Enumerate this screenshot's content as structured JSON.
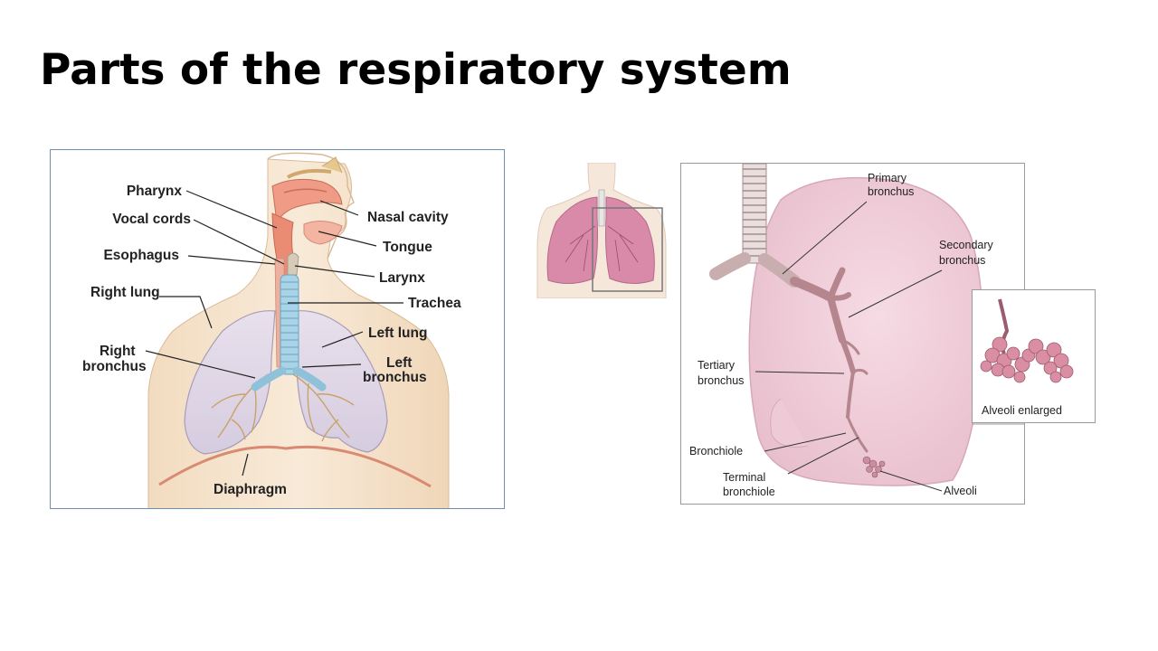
{
  "slide": {
    "title": "Parts of the respiratory system"
  },
  "left_diagram": {
    "labels": {
      "pharynx": "Pharynx",
      "vocal_cords": "Vocal cords",
      "esophagus": "Esophagus",
      "right_lung": "Right lung",
      "right_bronchus_1": "Right",
      "right_bronchus_2": "bronchus",
      "nasal_cavity": "Nasal cavity",
      "tongue": "Tongue",
      "larynx": "Larynx",
      "trachea": "Trachea",
      "left_lung": "Left lung",
      "left_bronchus_1": "Left",
      "left_bronchus_2": "bronchus",
      "diaphragm": "Diaphragm"
    }
  },
  "right_diagram": {
    "labels": {
      "primary_bronchus_1": "Primary",
      "primary_bronchus_2": "bronchus",
      "secondary_bronchus_1": "Secondary",
      "secondary_bronchus_2": "bronchus",
      "tertiary_bronchus_1": "Tertiary",
      "tertiary_bronchus_2": "bronchus",
      "bronchiole": "Bronchiole",
      "terminal_bronchiole_1": "Terminal",
      "terminal_bronchiole_2": "bronchiole",
      "alveoli": "Alveoli",
      "alveoli_enlarged": "Alveoli enlarged"
    }
  }
}
